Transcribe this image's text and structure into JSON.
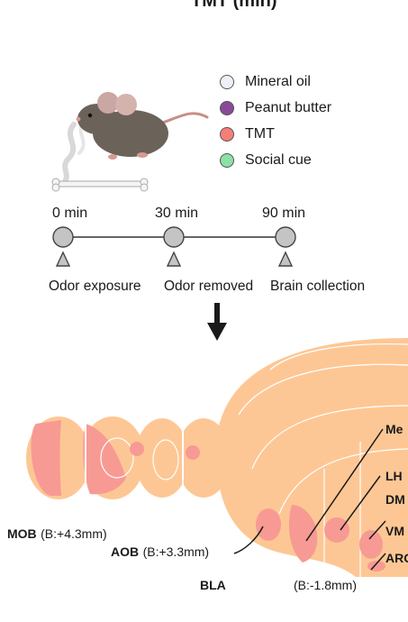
{
  "header_cut_text": "TMT (min)",
  "legend": [
    {
      "label": "Mineral oil",
      "color": "#eef0f8"
    },
    {
      "label": "Peanut butter",
      "color": "#8a4a97"
    },
    {
      "label": "TMT",
      "color": "#f47f76"
    },
    {
      "label": "Social cue",
      "color": "#8ce0a6"
    }
  ],
  "timeline": {
    "points": [
      {
        "time": "0 min",
        "stage": "Odor exposure"
      },
      {
        "time": "30 min",
        "stage": "Odor removed"
      },
      {
        "time": "90 min",
        "stage": "Brain collection"
      }
    ]
  },
  "sections": {
    "mob": {
      "name": "MOB",
      "coord": "(B:+4.3mm)"
    },
    "aob": {
      "name": "AOB",
      "coord": "(B:+3.3mm)"
    },
    "bla": {
      "name": "BLA"
    },
    "hypothalamus_coord": "(B:-1.8mm)",
    "right_labels": [
      "Me",
      "LH",
      "DM",
      "VM",
      "ARC"
    ]
  },
  "colors": {
    "tissue": "#fdc795",
    "tissue_line": "#ffffff",
    "highlight": "#f79a94",
    "mouse": "#6b625a"
  }
}
